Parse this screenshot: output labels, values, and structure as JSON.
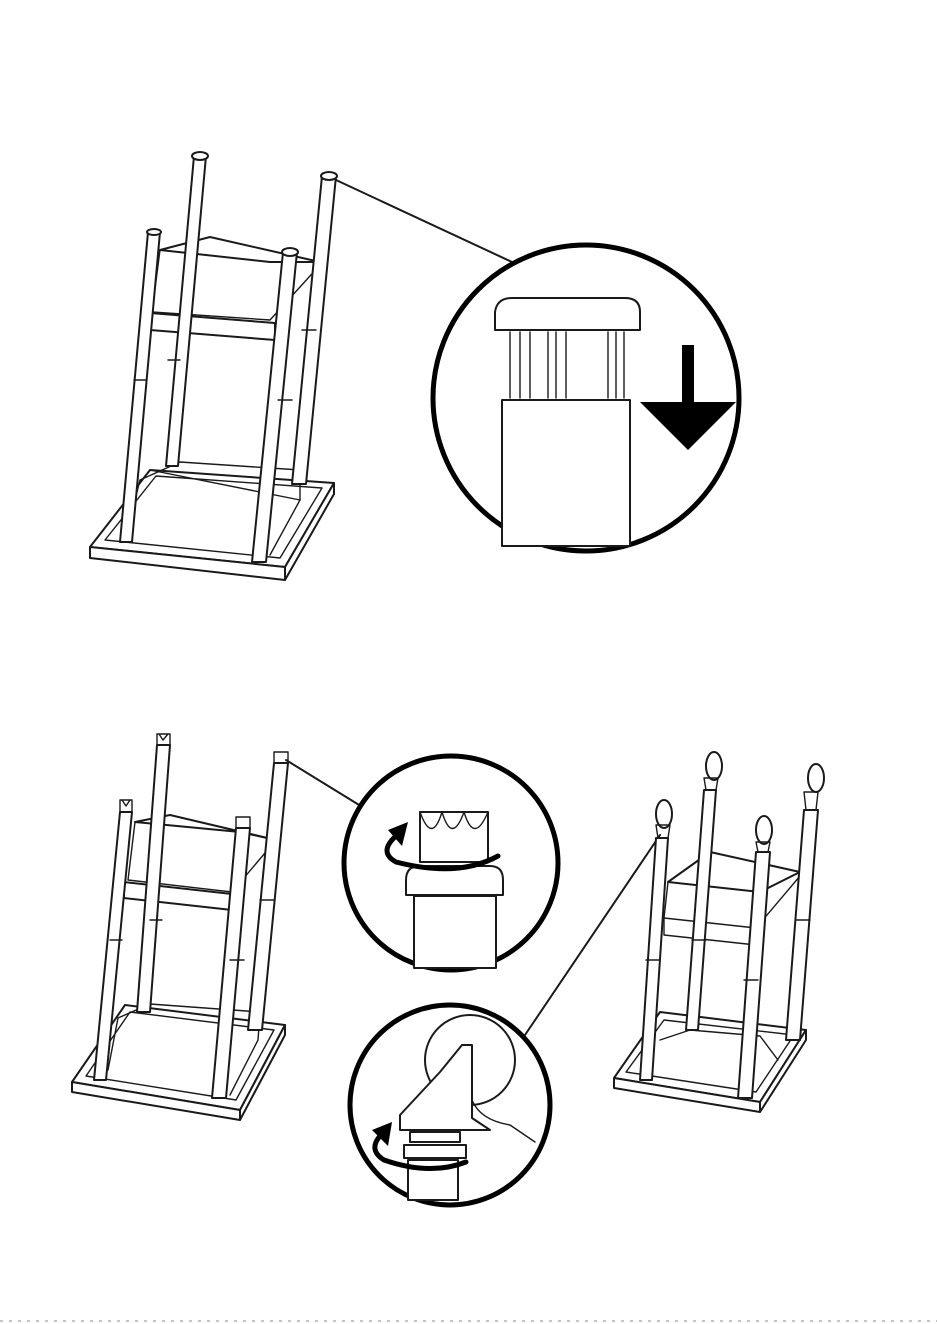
{
  "document": {
    "type": "assembly-instruction-page",
    "steps": [
      {
        "id": "step-attach-leg-caps",
        "action": "press-caps-onto-leg-ends",
        "icon": "down-arrow-icon"
      },
      {
        "id": "step-attach-casters",
        "action": "screw-casters-into-leg-ends",
        "icon": "rotate-arrow-icon"
      }
    ],
    "colors": {
      "line": "#1a1a1a",
      "background": "#ffffff",
      "callout_border": "#000000"
    }
  }
}
